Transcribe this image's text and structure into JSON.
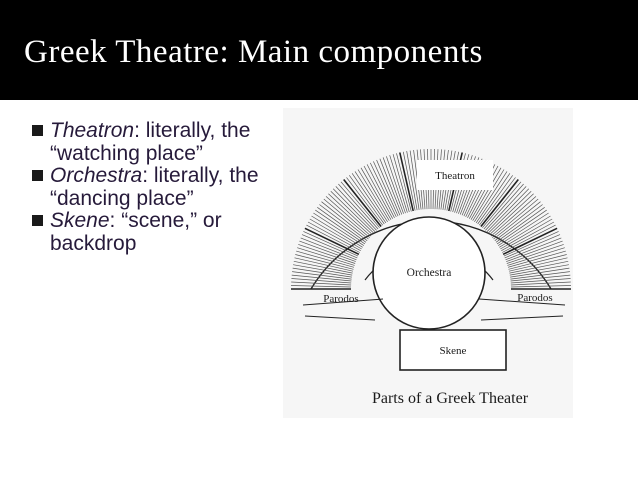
{
  "slide": {
    "title": "Greek Theatre: Main components",
    "bullets": [
      {
        "term": "Theatron",
        "rest": ": literally, the “watching place”"
      },
      {
        "term": "Orchestra",
        "rest": ": literally, the “dancing place”"
      },
      {
        "term": "Skene",
        "rest": ": “scene,” or backdrop"
      }
    ]
  },
  "diagram": {
    "labels": {
      "theatron": "Theatron",
      "orchestra": "Orchestra",
      "parodos_left": "Parodos",
      "parodos_right": "Parodos",
      "skene": "Skene"
    },
    "caption": "Parts of a Greek Theater"
  },
  "colors": {
    "title_bar": "#000000",
    "title_text": "#ffffff",
    "body_text": "#261a3a"
  }
}
